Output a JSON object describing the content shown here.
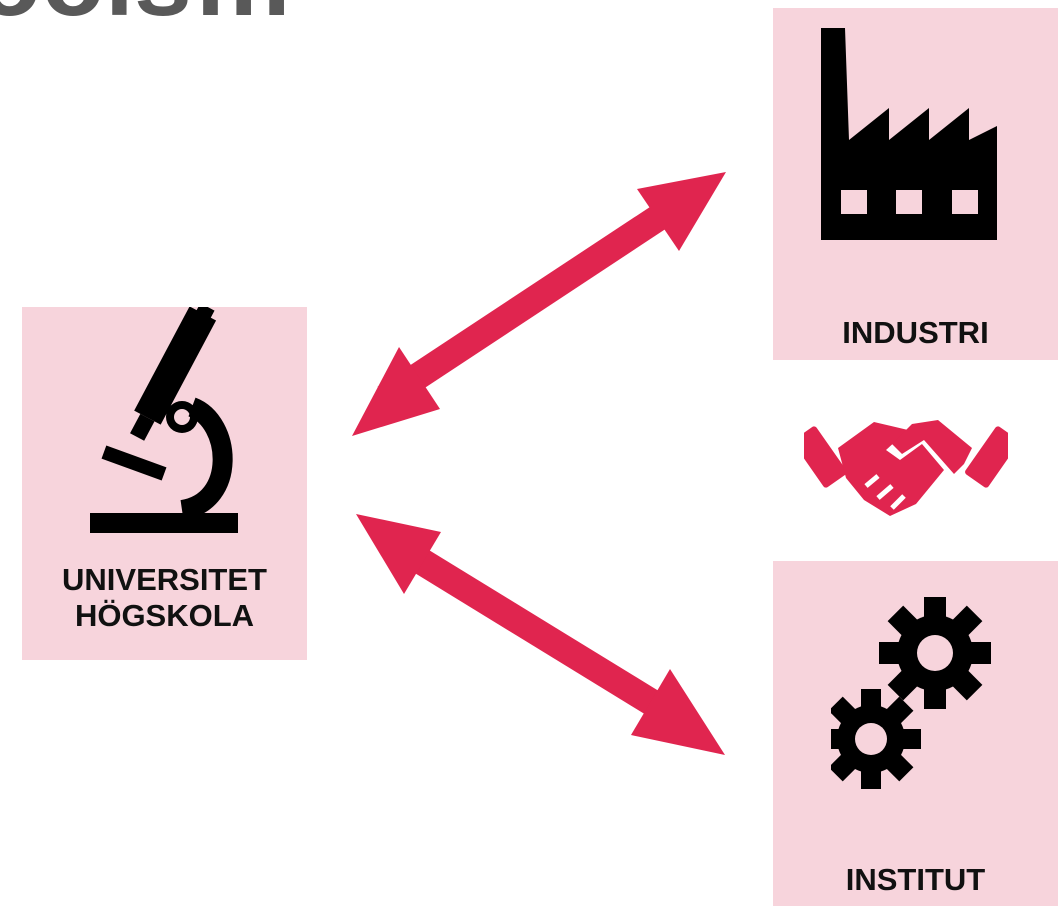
{
  "header": {
    "title": "ools…"
  },
  "nodes": {
    "university": {
      "line1": "UNIVERSITET",
      "line2": "HÖGSKOLA",
      "icon": "microscope-icon"
    },
    "industry": {
      "label": "INDUSTRI",
      "icon": "factory-icon"
    },
    "institute": {
      "label": "INSTITUT",
      "icon": "gears-icon"
    },
    "collaboration": {
      "icon": "handshake-icon"
    }
  },
  "colors": {
    "box_fill": "#f7d4dc",
    "accent": "#e0254f",
    "icon": "#000000",
    "title": "#595959"
  }
}
